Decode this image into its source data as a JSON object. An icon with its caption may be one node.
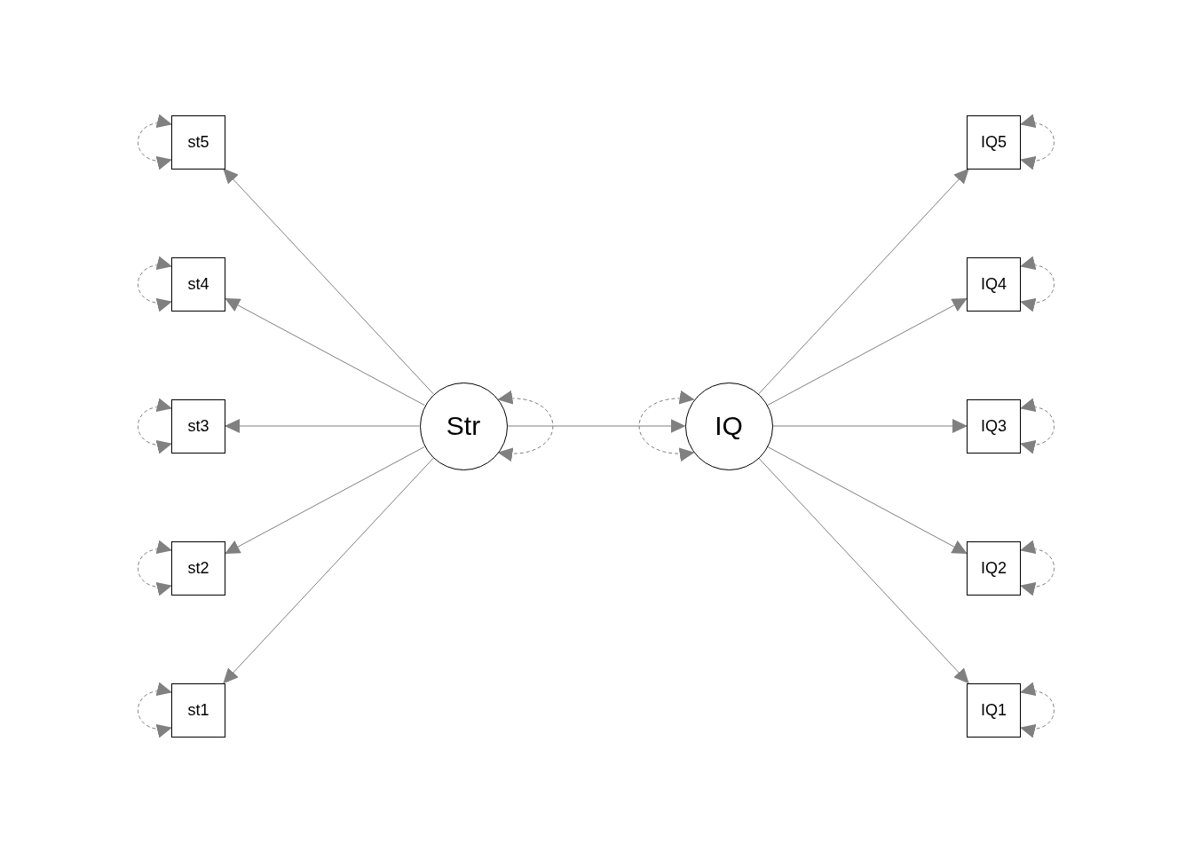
{
  "diagram": {
    "nodes": [
      {
        "text": [
          "st5"
        ]
      },
      {
        "text": [
          "IQ5"
        ]
      },
      {
        "text": [
          "st4"
        ]
      },
      {
        "text": [
          "IQ4"
        ]
      },
      {
        "text": [
          "st3"
        ]
      },
      {
        "text": [
          "Str"
        ]
      },
      {
        "text": [
          "IQ"
        ]
      },
      {
        "text": [
          "IQ3"
        ]
      },
      {
        "text": [
          "st2"
        ]
      },
      {
        "text": [
          "IQ2"
        ]
      },
      {
        "text": [
          "st1"
        ]
      },
      {
        "text": [
          "IQ1"
        ]
      }
    ],
    "edges": [
      {
        "from": 5,
        "to": 0,
        "arrow": "to"
      },
      {
        "from": 5,
        "to": 2,
        "arrow": "to"
      },
      {
        "from": 5,
        "to": 4,
        "arrow": "to"
      },
      {
        "from": 5,
        "to": 8,
        "arrow": "to"
      },
      {
        "from": 5,
        "to": 10,
        "arrow": "to"
      },
      {
        "from": 6,
        "to": 1,
        "arrow": "to"
      },
      {
        "from": 6,
        "to": 3,
        "arrow": "to"
      },
      {
        "from": 6,
        "to": 7,
        "arrow": "to"
      },
      {
        "from": 6,
        "to": 9,
        "arrow": "to"
      },
      {
        "from": 6,
        "to": 11,
        "arrow": "to"
      },
      {
        "from": 5,
        "to": 6,
        "arrow": "to"
      },
      {
        "from": 0,
        "to": 0,
        "arrow": "both",
        "style": "dashed"
      },
      {
        "from": 2,
        "to": 2,
        "arrow": "both",
        "style": "dashed"
      },
      {
        "from": 4,
        "to": 4,
        "arrow": "both",
        "style": "dashed"
      },
      {
        "from": 8,
        "to": 8,
        "arrow": "both",
        "style": "dashed"
      },
      {
        "from": 10,
        "to": 10,
        "arrow": "both",
        "style": "dashed"
      },
      {
        "from": 1,
        "to": 1,
        "arrow": "both",
        "style": "dashed"
      },
      {
        "from": 3,
        "to": 3,
        "arrow": "both",
        "style": "dashed"
      },
      {
        "from": 7,
        "to": 7,
        "arrow": "both",
        "style": "dashed"
      },
      {
        "from": 9,
        "to": 9,
        "arrow": "both",
        "style": "dashed"
      },
      {
        "from": 11,
        "to": 11,
        "arrow": "both",
        "style": "dashed"
      },
      {
        "from": 5,
        "to": 5,
        "arrow": "both",
        "style": "dashed"
      },
      {
        "from": 6,
        "to": 6,
        "arrow": "both",
        "style": "dashed"
      }
    ]
  }
}
